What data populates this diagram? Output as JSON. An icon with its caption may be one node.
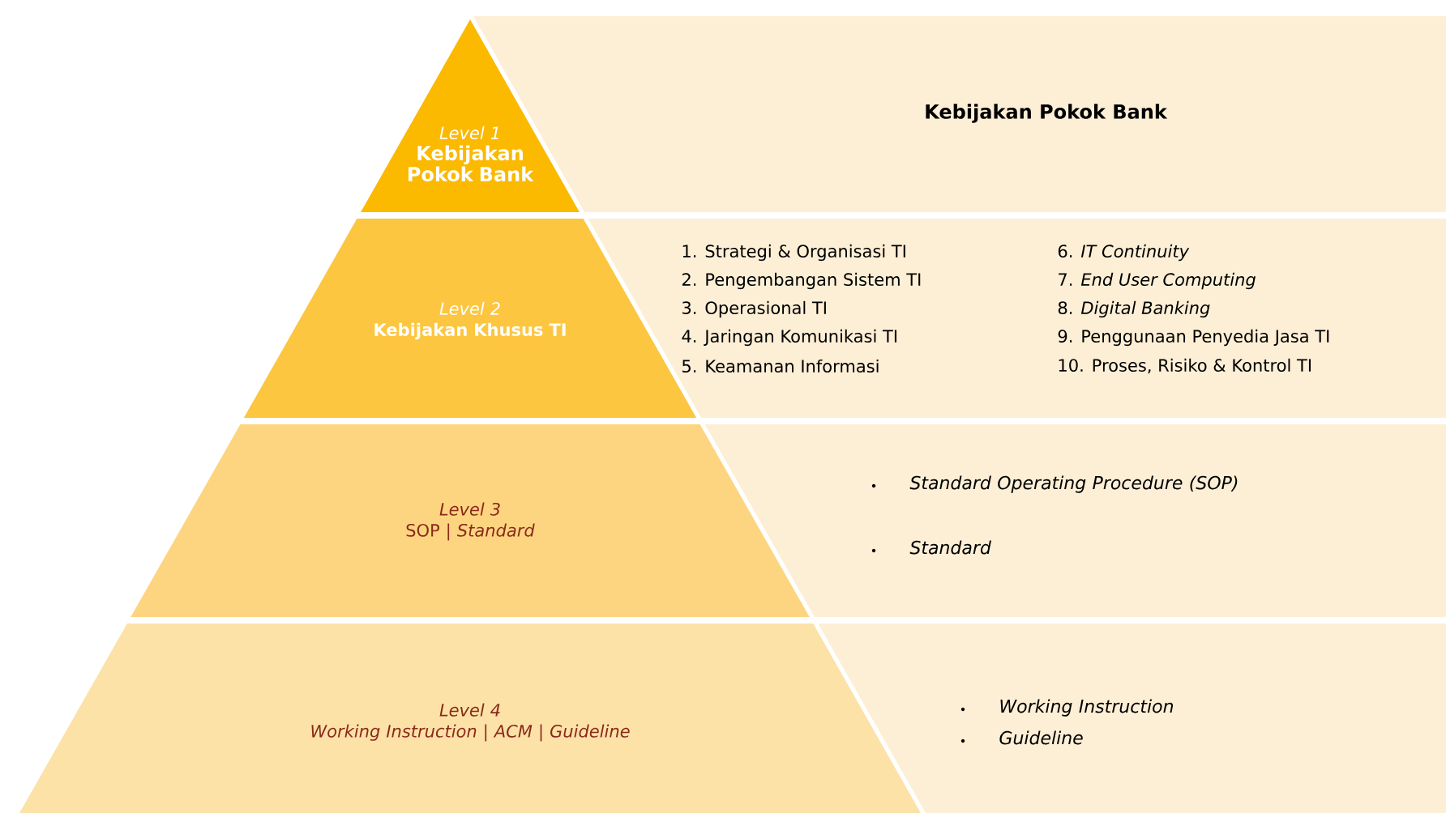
{
  "diagram": {
    "nodes": [
      {
        "text": [
          "Level 1",
          "Kebijakan Pokok Bank"
        ]
      },
      {
        "text": [
          "Kebijakan Pokok Bank"
        ]
      },
      {
        "text": [
          "Level 2",
          "Kebijakan Khusus TI"
        ]
      },
      {
        "text": [
          "1. Strategi & Organisasi TI",
          "2. Pengembangan Sistem TI",
          "3. Operasional TI",
          "4. Jaringan Komunikasi TI",
          "5. Keamanan Informasi",
          "6. *IT Continuity*",
          "7. *End User Computing*",
          "8. *Digital Banking*",
          "9. Penggunaan Penyedia Jasa TI",
          "10. Proses, Risiko & Kontrol TI"
        ]
      },
      {
        "text": [
          "Level 3",
          "SOP | *Standard*"
        ]
      },
      {
        "text": [
          "Standard Operating Procedure (SOP)",
          "Standard"
        ]
      },
      {
        "text": [
          "Level 4",
          "Working Instruction | ACM | Guideline"
        ]
      },
      {
        "text": [
          "Working Instruction",
          "Guideline"
        ]
      }
    ]
  }
}
